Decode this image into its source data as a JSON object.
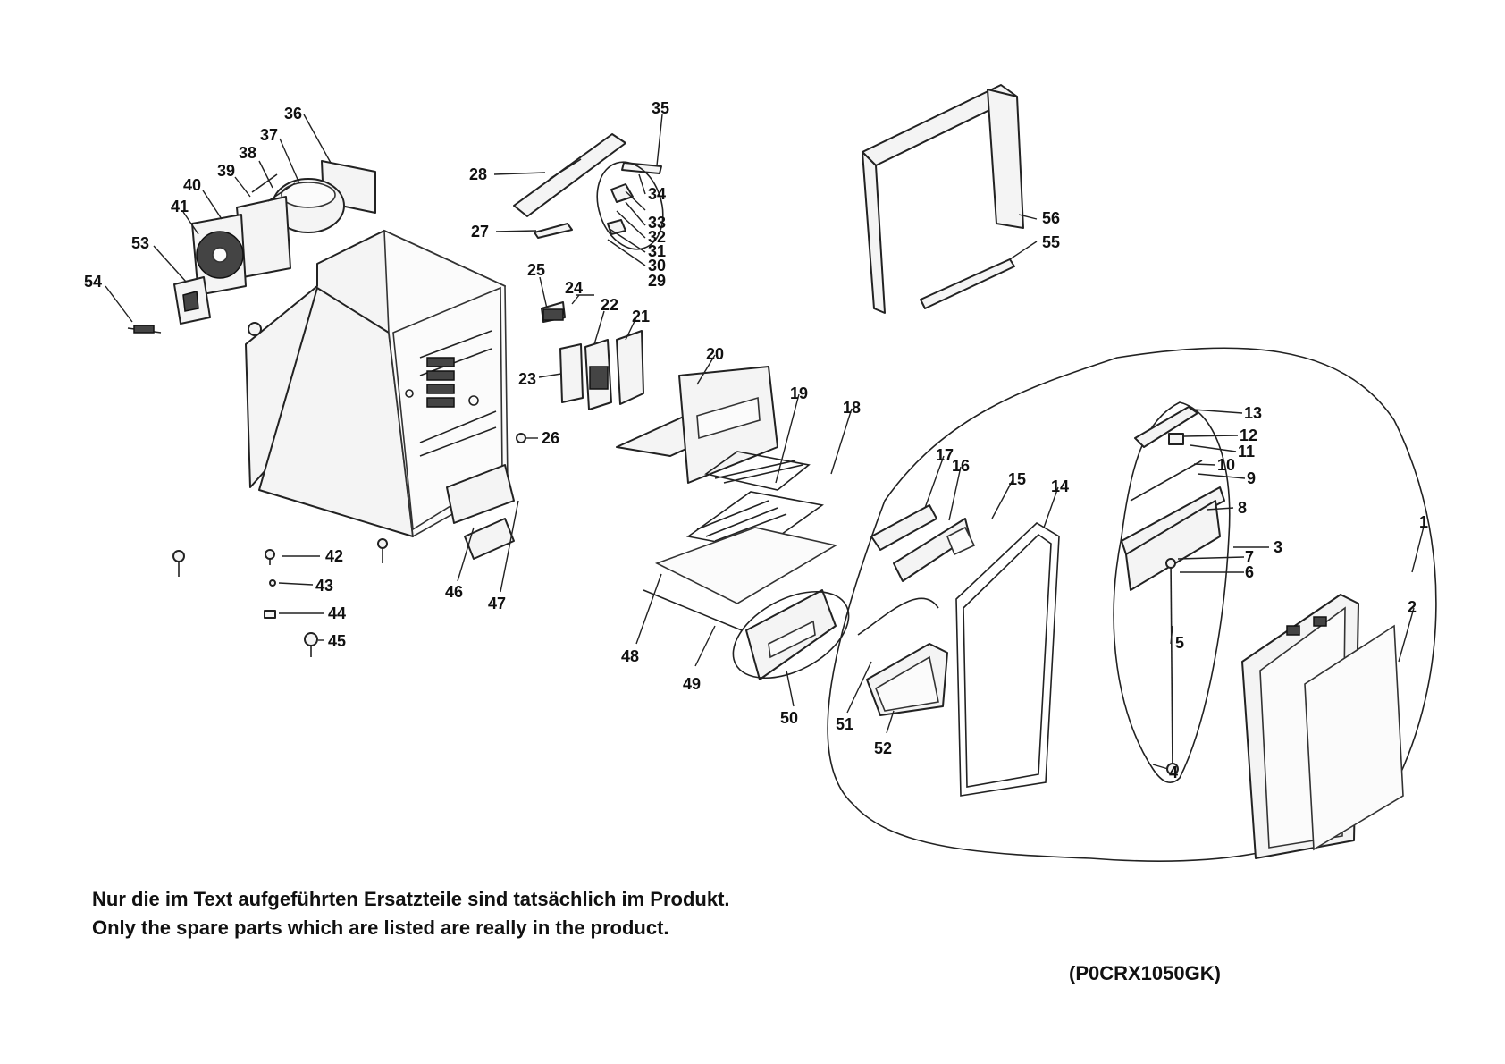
{
  "notes": {
    "german": "Nur die im Text aufgeführten Ersatzteile sind tatsächlich im Produkt.",
    "english": "Only the spare parts which are listed are really in the product."
  },
  "model_code": "(P0CRX1050GK)",
  "part_numbers": [
    "1",
    "2",
    "3",
    "4",
    "5",
    "6",
    "7",
    "8",
    "9",
    "10",
    "11",
    "12",
    "13",
    "14",
    "15",
    "16",
    "17",
    "18",
    "19",
    "20",
    "21",
    "22",
    "23",
    "24",
    "25",
    "26",
    "27",
    "28",
    "29",
    "30",
    "31",
    "32",
    "33",
    "34",
    "35",
    "36",
    "37",
    "38",
    "39",
    "40",
    "41",
    "42",
    "43",
    "44",
    "45",
    "46",
    "47",
    "48",
    "49",
    "50",
    "51",
    "52",
    "53",
    "54",
    "55",
    "56"
  ]
}
